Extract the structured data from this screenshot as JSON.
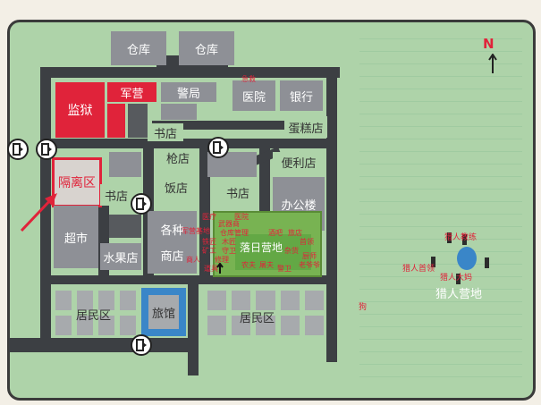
{
  "map": {
    "compass": "N",
    "buildings": {
      "warehouse_1": "仓库",
      "warehouse_2": "仓库",
      "barracks": "军营",
      "police": "警局",
      "prison": "监狱",
      "hospital": "医院",
      "bank": "银行",
      "cake_shop": "蛋糕店",
      "bookstore_top": "书店",
      "gun_shop": "枪店",
      "convenience": "便利店",
      "quarantine": "隔离区",
      "bookstore_left": "书店",
      "restaurant": "饭店",
      "bookstore_mid": "书店",
      "office": "办公楼",
      "supermarket": "超市",
      "various_1": "各种",
      "various_2": "商店",
      "fruit_shop": "水果店",
      "camp": "落日营地",
      "residential_left": "居民区",
      "hotel": "旅馆",
      "residential_right": "居民区",
      "hunter_camp": "猎人营地"
    },
    "red_labels": {
      "camp_a": "医疗",
      "camp_b": "武器商",
      "camp_c": "军营基地",
      "camp_d": "仓库管理",
      "camp_e": "酒吧",
      "camp_f": "旅店",
      "camp_g": "铁匠",
      "camp_h": "木匠",
      "camp_i": "首领",
      "camp_j": "矿工",
      "camp_k": "守卫",
      "camp_l": "杂货",
      "camp_m": "厨师",
      "camp_n": "商人",
      "camp_o": "修理",
      "camp_p": "道具",
      "camp_q": "农夫",
      "camp_r": "屠夫",
      "camp_s": "警卫",
      "camp_t": "老爷爷",
      "camp_u": "医院",
      "hunter_lead": "猎人首领",
      "hunter_trainer": "猎人教练",
      "hunter_mom": "猎人大妈",
      "dog": "狗",
      "hospital_tag": "急救"
    },
    "icons": {
      "door": "door-icon",
      "north_arrow": "arrow-up-icon",
      "tent": "tent-icon"
    },
    "colors": {
      "road": "#3c3f43",
      "grass": "#aed3a9",
      "building": "#8e9096",
      "highlight": "#e0233a",
      "camp": "#78b352",
      "water": "#3a86c8"
    }
  }
}
